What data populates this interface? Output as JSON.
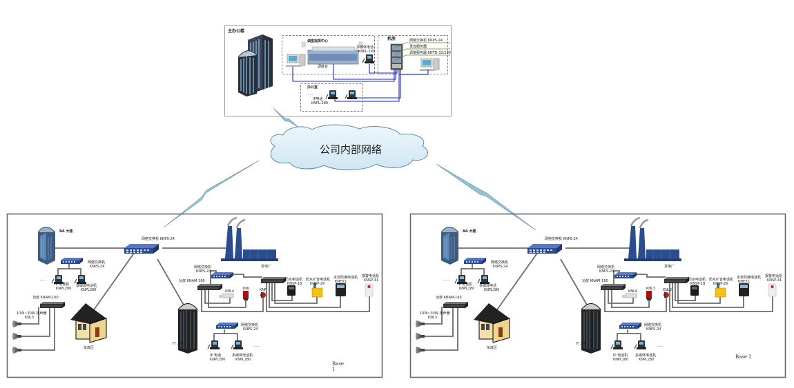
{
  "hq": {
    "title": "主办公楼",
    "dispatch_center": {
      "title": "调度指挥中心",
      "console_label": "调度台",
      "multimedia_phone": {
        "name": "多媒体电话",
        "model": "KNPL-280"
      }
    },
    "machine_room": {
      "title": "机房",
      "items": [
        {
          "name": "网络交换机",
          "model": "KNPS-24"
        },
        {
          "name": "录音服务器",
          "model": ""
        },
        {
          "name": "调度服务器",
          "model": "KNTD-32/100"
        }
      ]
    },
    "office": {
      "title": "办公室",
      "ip_phone": {
        "name": "IP电话",
        "model": "KNPL-280"
      },
      "ellipsis": "......"
    }
  },
  "network": {
    "label": "公司内部网络"
  },
  "bases": [
    {
      "label": "Base 1",
      "core_switch": {
        "name": "网络交换机",
        "model": "KNPS-24"
      },
      "ba_building": {
        "name": "BA 大楼"
      },
      "ba_switch": {
        "name": "网络交换机",
        "model": "KNPS-24"
      },
      "ba_ip_phone": {
        "name": "IP 电话机",
        "model": "KNPL280"
      },
      "ba_mm_phone": {
        "name": "多媒体电话机",
        "model": "KNPL280"
      },
      "ba_ellipsis": "......",
      "amp": {
        "name": "功放",
        "model": "KNAM-160"
      },
      "speakers": {
        "name": "10W~30W 扬声器",
        "model": "KNL3"
      },
      "garage": {
        "name": "车库区"
      },
      "plant": {
        "name": "发电厂"
      },
      "plant_switch": {
        "name": "网络交换机",
        "model": "KNPS-24"
      },
      "plant_amp": {
        "name": "功放",
        "model": "KNAM-160"
      },
      "devices": [
        {
          "name": "KNL4"
        },
        {
          "name": "KNL"
        },
        {
          "name": "KNF"
        }
      ],
      "phones": [
        {
          "name": "防水电话机",
          "model": "KNSP-18"
        },
        {
          "name": "防水扩音电话机",
          "model": "KNSP-26"
        },
        {
          "name": "本安防爆电话机",
          "model": "KNEX1"
        },
        {
          "name": "报警电话机",
          "model": "KNSP-41"
        }
      ],
      "it_building": {
        "name": "IT 大楼"
      },
      "it_switch": {
        "name": "网络交换机",
        "model": "KNPS-24"
      },
      "it_ip_phone": {
        "name": "IP 电话",
        "model": "KNPL280"
      },
      "it_mm_phone": {
        "name": "多媒体电话机",
        "model": "KNPL280"
      },
      "it_ellipsis": "......"
    },
    {
      "label": "Base 2",
      "core_switch": {
        "name": "网络交换机",
        "model": "KNPS-24"
      },
      "ba_building": {
        "name": "BA 大楼"
      },
      "ba_switch": {
        "name": "网络交换机",
        "model": "KNPS-24"
      },
      "ba_ip_phone": {
        "name": "IP 电话机",
        "model": "KNPL280"
      },
      "ba_mm_phone": {
        "name": "多媒体电话",
        "model": "KNPL280"
      },
      "ba_ellipsis": "......",
      "amp": {
        "name": "功放",
        "model": "KNAM-160"
      },
      "speakers": {
        "name": "10W~30W 扬声器",
        "model": "KNL3"
      },
      "garage": {
        "name": "车库区"
      },
      "plant": {
        "name": "发电厂"
      },
      "plant_switch": {
        "name": "网络交换机",
        "model": "KNPS-24"
      },
      "plant_amp": {
        "name": "功放",
        "model": "KNAM-160"
      },
      "devices": [
        {
          "name": "KNL4"
        },
        {
          "name": "KNL3"
        },
        {
          "name": "KNL3"
        }
      ],
      "phones": [
        {
          "name": "防水电话机",
          "model": "KNSP-18"
        },
        {
          "name": "防水扩音电话机",
          "model": "KNSP-26"
        },
        {
          "name": "本安防爆电话机",
          "model": "KNEX1"
        },
        {
          "name": "报警电话机",
          "model": "KNSP-41"
        }
      ],
      "it_building": {
        "name": "IT 大楼"
      },
      "it_switch": {
        "name": "网络交换机",
        "model": "KNPS-24"
      },
      "it_ip_phone": {
        "name": "IP 电话机",
        "model": "KNPL280"
      },
      "it_mm_phone": {
        "name": "多媒体电话机",
        "model": "KNPL280"
      },
      "it_ellipsis": "......"
    }
  ],
  "colors": {
    "link_blue": "#1a22c8",
    "link_gray": "#6b6b6b",
    "equipment_blue": "#2b4c8f",
    "lightning": "#8ec6d8",
    "cloud_fill": "#dcedf7"
  }
}
